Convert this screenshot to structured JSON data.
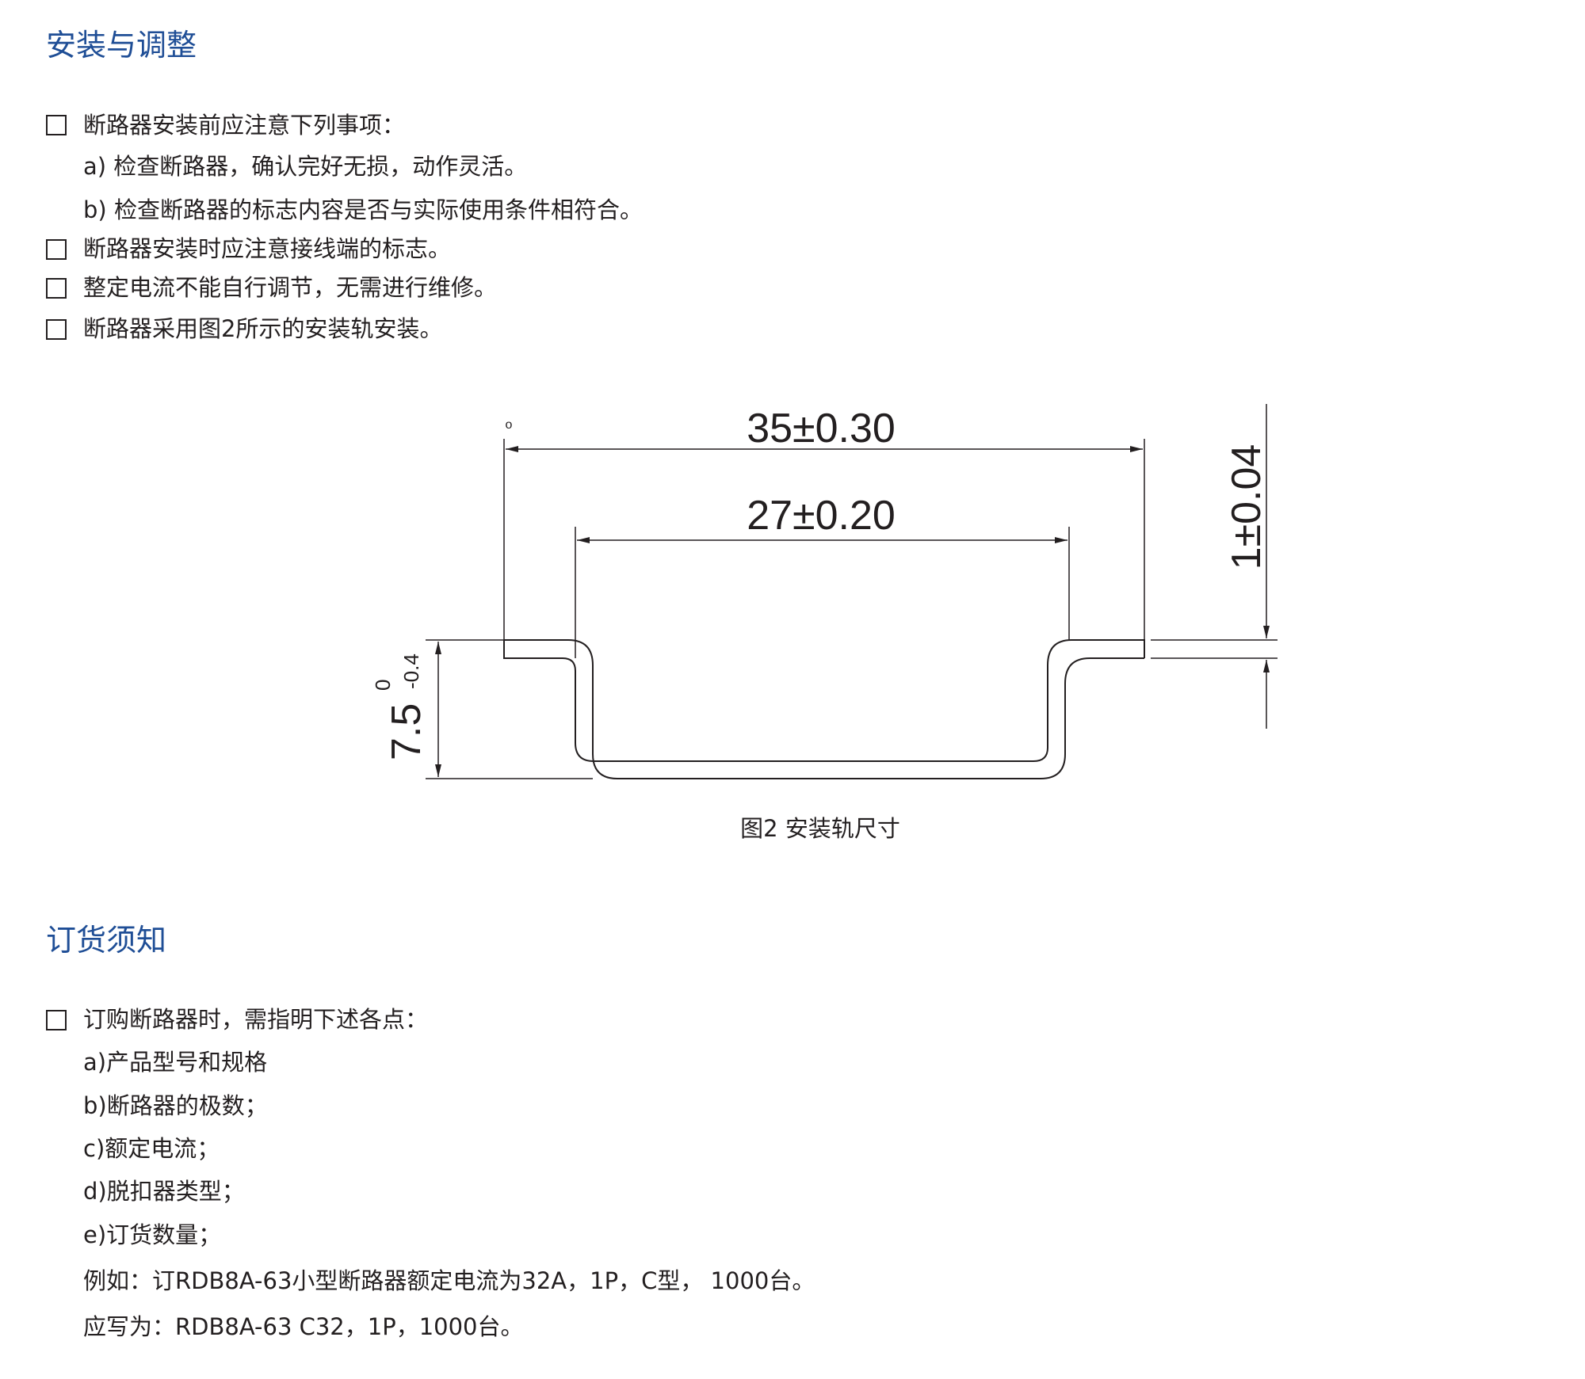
{
  "section1": {
    "title": "安装与调整",
    "items": [
      "断路器安装前应注意下列事项：",
      "a) 检查断路器，确认完好无损，动作灵活。",
      "b) 检查断路器的标志内容是否与实际使用条件相符合。",
      "断路器安装时应注意接线端的标志。",
      "整定电流不能自行调节，无需进行维修。",
      "断路器采用图2所示的安装轨安装。"
    ]
  },
  "figure": {
    "dim_outer_width": "35±0.30",
    "dim_inner_width": "27±0.20",
    "dim_thickness": "1±0.04",
    "dim_height_main": "7.5",
    "dim_height_upper": "0",
    "dim_height_lower": "-0.4",
    "corner_mark": "o",
    "caption": "图2 安装轨尺寸"
  },
  "section2": {
    "title": "订货须知",
    "items": [
      "订购断路器时，需指明下述各点：",
      "a)产品型号和规格",
      "b)断路器的极数；",
      "c)额定电流；",
      "d)脱扣器类型；",
      "e)订货数量；",
      "例如：订RDB8A-63小型断路器额定电流为32A，1P，C型， 1000台。",
      "应写为：RDB8A-63  C32，1P，1000台。"
    ]
  }
}
